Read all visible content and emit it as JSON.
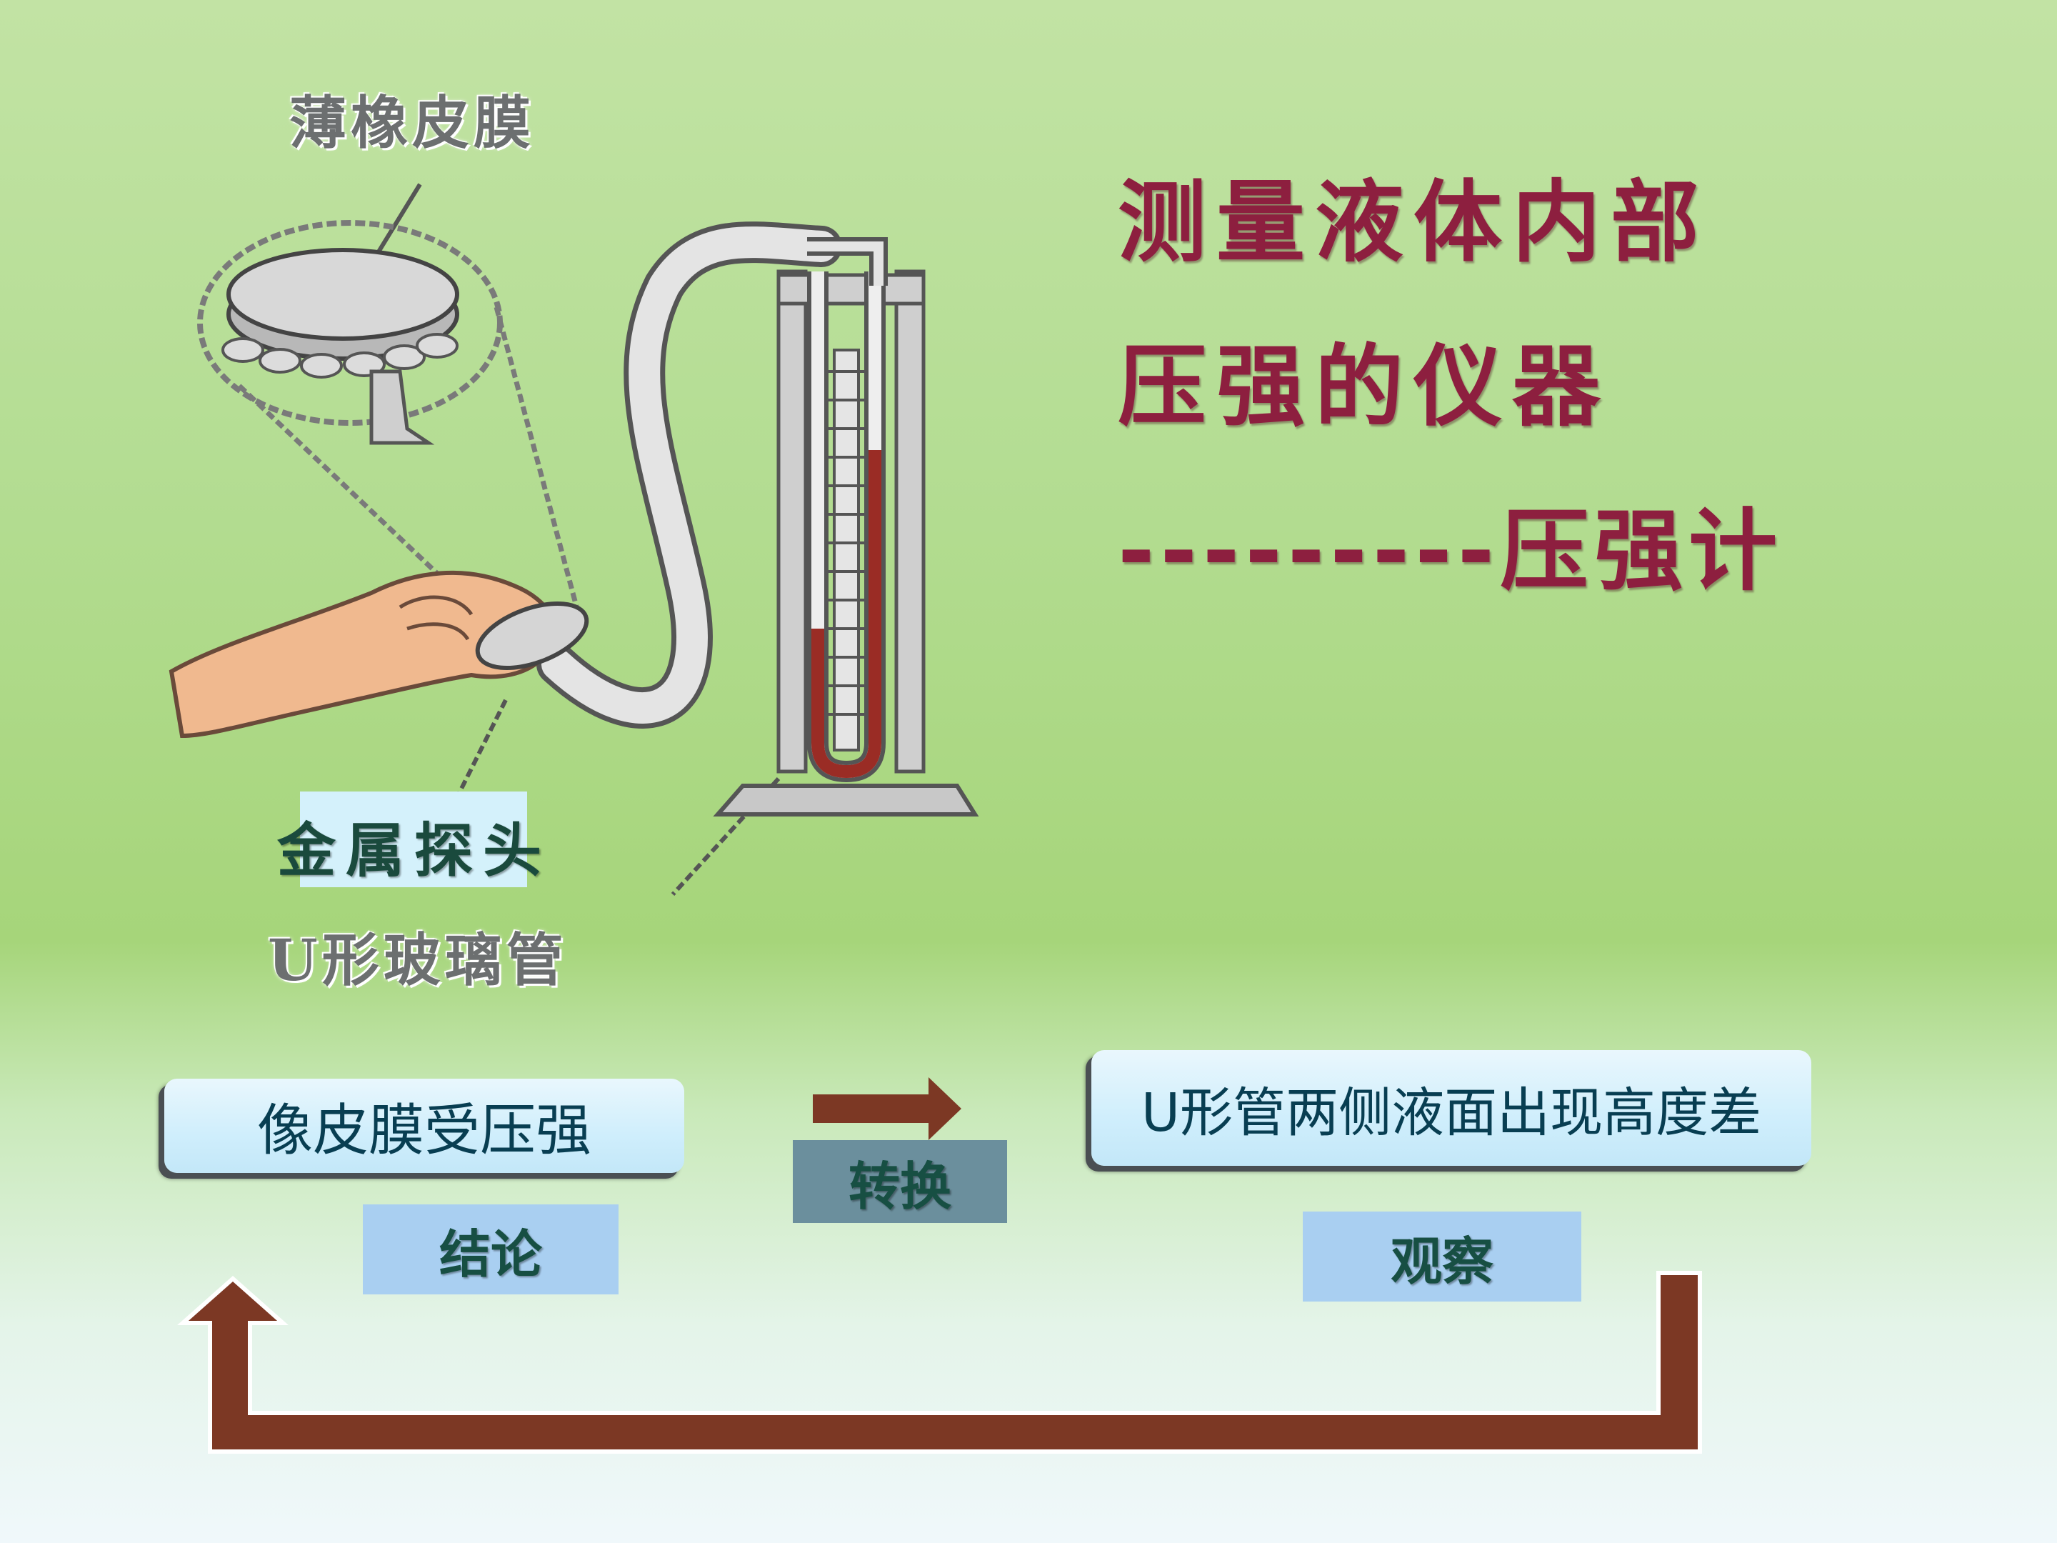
{
  "title": {
    "line1": "测量液体内部",
    "line2": "压强的仪器",
    "line3": "---------压强计"
  },
  "diagram": {
    "labels": {
      "membrane": "薄橡皮膜",
      "probe": "金属探头",
      "u_tube": "U形玻璃管"
    }
  },
  "flow": {
    "box_left": "像皮膜受压强",
    "box_right": "U形管两侧液面出现高度差",
    "tag_conclusion": "结论",
    "tag_convert": "转换",
    "tag_observe": "观察"
  },
  "colors": {
    "title": "#8d1f3f",
    "arrow": "#7c3824",
    "liquid": "#9a2c25",
    "box_text": "#083e52",
    "tag_conclusion_bg": "#a9cff1",
    "tag_convert_bg": "#6b8f9d",
    "tag_observe_bg": "#a9cff1"
  }
}
